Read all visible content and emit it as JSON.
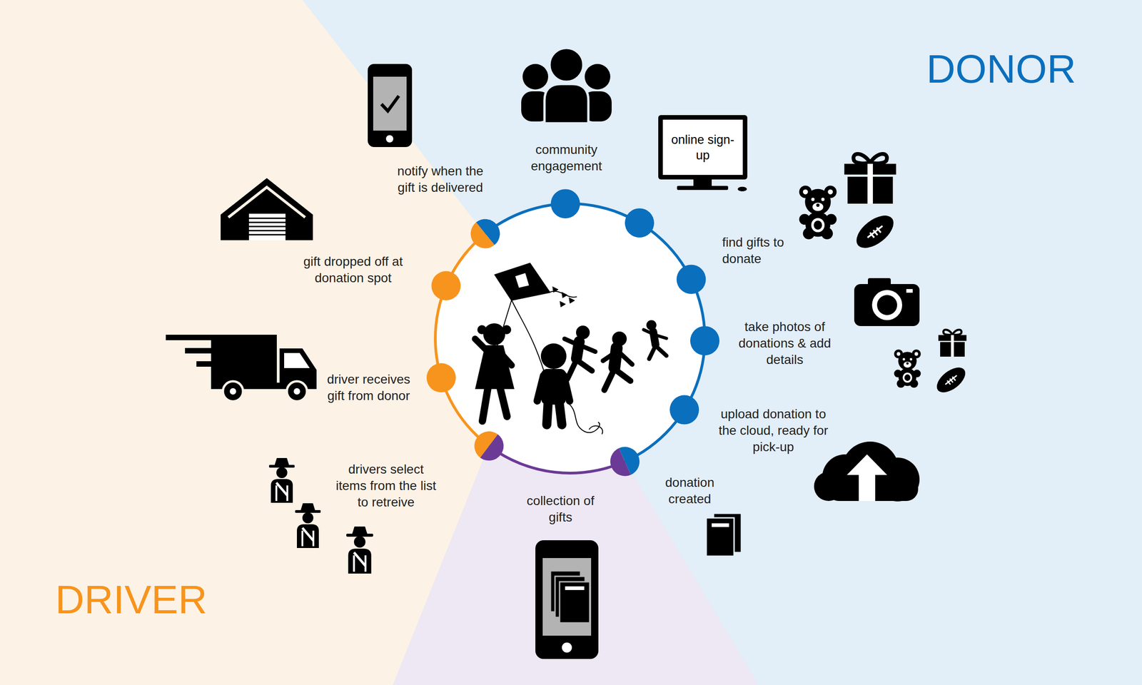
{
  "diagram": {
    "nodes": [
      {
        "text": [
          "online sign-up"
        ]
      }
    ],
    "labels": [
      "DONOR",
      "community engagement",
      "notify when the gift is delivered",
      "find gifts to donate",
      "gift dropped off at donation spot",
      "take photos of donations & add details",
      "driver receives gift from donor",
      "upload donation to the cloud, ready for pick-up",
      "drivers select items from the list to retreive",
      "donation created",
      "collection of gifts",
      "DRIVER"
    ]
  }
}
